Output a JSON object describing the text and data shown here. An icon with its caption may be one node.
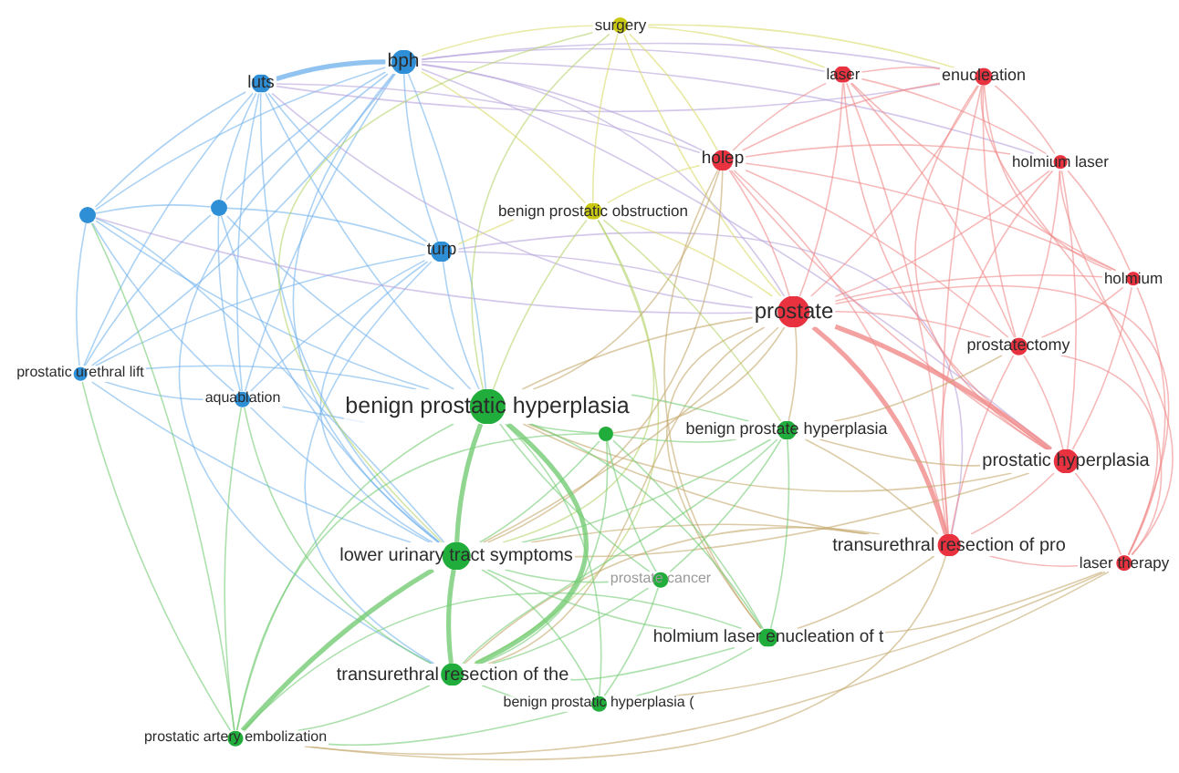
{
  "diagram": {
    "nodes": [
      {
        "text": [
          "surgery"
        ]
      },
      {
        "text": [
          "bph"
        ]
      },
      {
        "text": [
          "laser"
        ]
      },
      {
        "text": [
          "enucleation"
        ]
      },
      {
        "text": [
          "luts"
        ]
      },
      {
        "text": [
          "holep"
        ]
      },
      {
        "text": [
          "holmium laser"
        ]
      },
      {
        "text": [],
        "shape": "circle"
      },
      {
        "text": [
          "benign prostatic obstruction"
        ]
      },
      {
        "text": [],
        "shape": "circle"
      },
      {
        "text": [
          "turp"
        ]
      },
      {
        "text": [
          "holmium"
        ]
      },
      {
        "text": [
          "prostate"
        ]
      },
      {
        "text": [
          "prostatectomy"
        ]
      },
      {
        "text": [
          "prostatic urethral lift"
        ]
      },
      {
        "text": [
          "aquablation"
        ]
      },
      {
        "text": [
          "benign prostatic hyperplasia"
        ]
      },
      {
        "text": [],
        "shape": "circle"
      },
      {
        "text": [
          "benign prostate hyperplasia"
        ]
      },
      {
        "text": [
          "prostatic hyperplasia"
        ]
      },
      {
        "text": [
          "transurethral resection of pro"
        ]
      },
      {
        "text": [
          "lower urinary tract symptoms"
        ]
      },
      {
        "text": [
          "laser therapy"
        ]
      },
      {
        "text": [
          "prostate cancer"
        ]
      },
      {
        "text": [
          "holmium laser enucleation of t"
        ]
      },
      {
        "text": [
          "transurethral resection of the"
        ]
      },
      {
        "text": [
          "benign prostatic hyperplasia ("
        ]
      },
      {
        "text": [
          "prostatic artery embolization"
        ]
      }
    ],
    "edges": [
      {
        "from": 1,
        "to": 4,
        "arrow": "none",
        "style": "thick",
        "color": "#74b4ec"
      },
      {
        "from": 1,
        "to": 10,
        "arrow": "none",
        "color": "#74b4ec"
      },
      {
        "from": 1,
        "to": 7,
        "arrow": "none",
        "color": "#74b4ec"
      },
      {
        "from": 1,
        "to": 9,
        "arrow": "none",
        "color": "#74b4ec"
      },
      {
        "from": 1,
        "to": 14,
        "arrow": "none",
        "color": "#74b4ec"
      },
      {
        "from": 1,
        "to": 15,
        "arrow": "none",
        "color": "#74b4ec"
      },
      {
        "from": 4,
        "to": 7,
        "arrow": "none",
        "color": "#74b4ec"
      },
      {
        "from": 4,
        "to": 9,
        "arrow": "none",
        "color": "#74b4ec"
      },
      {
        "from": 4,
        "to": 10,
        "arrow": "none",
        "color": "#74b4ec"
      },
      {
        "from": 4,
        "to": 14,
        "arrow": "none",
        "color": "#74b4ec"
      },
      {
        "from": 4,
        "to": 15,
        "arrow": "none",
        "color": "#74b4ec"
      },
      {
        "from": 7,
        "to": 9,
        "arrow": "none",
        "color": "#74b4ec"
      },
      {
        "from": 7,
        "to": 10,
        "arrow": "none",
        "color": "#74b4ec"
      },
      {
        "from": 7,
        "to": 14,
        "arrow": "none",
        "color": "#74b4ec"
      },
      {
        "from": 7,
        "to": 15,
        "arrow": "none",
        "color": "#74b4ec"
      },
      {
        "from": 9,
        "to": 14,
        "arrow": "none",
        "color": "#74b4ec"
      },
      {
        "from": 9,
        "to": 15,
        "arrow": "none",
        "color": "#74b4ec"
      },
      {
        "from": 10,
        "to": 15,
        "arrow": "none",
        "color": "#74b4ec"
      },
      {
        "from": 14,
        "to": 15,
        "arrow": "none",
        "color": "#74b4ec"
      },
      {
        "from": 10,
        "to": 14,
        "arrow": "none",
        "color": "#74b4ec"
      },
      {
        "from": 1,
        "to": 16,
        "arrow": "none",
        "color": "#74b4ec"
      },
      {
        "from": 4,
        "to": 16,
        "arrow": "none",
        "color": "#74b4ec"
      },
      {
        "from": 10,
        "to": 16,
        "arrow": "none",
        "color": "#74b4ec"
      },
      {
        "from": 7,
        "to": 16,
        "arrow": "none",
        "color": "#74b4ec"
      },
      {
        "from": 9,
        "to": 16,
        "arrow": "none",
        "color": "#74b4ec"
      },
      {
        "from": 14,
        "to": 16,
        "arrow": "none",
        "color": "#74b4ec"
      },
      {
        "from": 15,
        "to": 16,
        "arrow": "none",
        "color": "#74b4ec"
      },
      {
        "from": 10,
        "to": 21,
        "arrow": "none",
        "color": "#74b4ec"
      },
      {
        "from": 4,
        "to": 21,
        "arrow": "none",
        "color": "#74b4ec"
      },
      {
        "from": 1,
        "to": 21,
        "arrow": "none",
        "color": "#74b4ec"
      },
      {
        "from": 15,
        "to": 21,
        "arrow": "none",
        "color": "#74b4ec"
      },
      {
        "from": 7,
        "to": 21,
        "arrow": "none",
        "color": "#74b4ec"
      },
      {
        "from": 9,
        "to": 21,
        "arrow": "none",
        "color": "#74b4ec"
      },
      {
        "from": 14,
        "to": 21,
        "arrow": "none",
        "color": "#74b4ec"
      },
      {
        "from": 10,
        "to": 25,
        "arrow": "none",
        "color": "#74b4ec"
      },
      {
        "from": 1,
        "to": 25,
        "arrow": "none",
        "color": "#74b4ec"
      },
      {
        "from": 15,
        "to": 27,
        "arrow": "none",
        "color": "#74cc74"
      },
      {
        "from": 14,
        "to": 27,
        "arrow": "none",
        "color": "#74cc74"
      },
      {
        "from": 9,
        "to": 27,
        "arrow": "none",
        "color": "#74cc74"
      },
      {
        "from": 15,
        "to": 25,
        "arrow": "none",
        "color": "#74cc74"
      },
      {
        "from": 1,
        "to": 12,
        "arrow": "none",
        "color": "#b8a4dc"
      },
      {
        "from": 1,
        "to": 5,
        "arrow": "none",
        "color": "#b8a4dc"
      },
      {
        "from": 1,
        "to": 2,
        "arrow": "none",
        "color": "#b8a4dc"
      },
      {
        "from": 4,
        "to": 12,
        "arrow": "none",
        "color": "#b8a4dc"
      },
      {
        "from": 10,
        "to": 12,
        "arrow": "none",
        "color": "#b8a4dc"
      },
      {
        "from": 1,
        "to": 3,
        "arrow": "none",
        "color": "#b8a4dc"
      },
      {
        "from": 10,
        "to": 20,
        "arrow": "none",
        "color": "#b8a4dc"
      },
      {
        "from": 4,
        "to": 5,
        "arrow": "none",
        "color": "#b8a4dc"
      },
      {
        "from": 1,
        "to": 19,
        "arrow": "none",
        "color": "#b8a4dc"
      },
      {
        "from": 9,
        "to": 12,
        "arrow": "none",
        "color": "#b8a4dc"
      },
      {
        "from": 4,
        "to": 3,
        "arrow": "none",
        "color": "#b8a4dc"
      },
      {
        "from": 1,
        "to": 6,
        "arrow": "none",
        "color": "#b8a4dc"
      },
      {
        "from": 0,
        "to": 8,
        "arrow": "none",
        "color": "#dada6a"
      },
      {
        "from": 0,
        "to": 5,
        "arrow": "none",
        "color": "#dada6a"
      },
      {
        "from": 0,
        "to": 12,
        "arrow": "none",
        "color": "#dada6a"
      },
      {
        "from": 0,
        "to": 2,
        "arrow": "none",
        "color": "#dada6a"
      },
      {
        "from": 0,
        "to": 3,
        "arrow": "none",
        "color": "#dada6a"
      },
      {
        "from": 8,
        "to": 12,
        "arrow": "none",
        "color": "#dada6a"
      },
      {
        "from": 8,
        "to": 5,
        "arrow": "none",
        "color": "#dada6a"
      },
      {
        "from": 0,
        "to": 1,
        "arrow": "none",
        "color": "#dada6a"
      },
      {
        "from": 8,
        "to": 10,
        "arrow": "none",
        "color": "#dada6a"
      },
      {
        "from": 8,
        "to": 1,
        "arrow": "none",
        "color": "#dada6a"
      },
      {
        "from": 0,
        "to": 16,
        "arrow": "none",
        "color": "#b6d46a"
      },
      {
        "from": 8,
        "to": 16,
        "arrow": "none",
        "color": "#b6d46a"
      },
      {
        "from": 8,
        "to": 21,
        "arrow": "none",
        "color": "#b6d46a"
      },
      {
        "from": 8,
        "to": 18,
        "arrow": "none",
        "color": "#b6d46a"
      },
      {
        "from": 0,
        "to": 21,
        "arrow": "none",
        "color": "#b6d46a"
      },
      {
        "from": 8,
        "to": 25,
        "arrow": "none",
        "color": "#b6d46a"
      },
      {
        "from": 2,
        "to": 3,
        "arrow": "none"
      },
      {
        "from": 2,
        "to": 5,
        "arrow": "none"
      },
      {
        "from": 2,
        "to": 12,
        "arrow": "none"
      },
      {
        "from": 2,
        "to": 6,
        "arrow": "none"
      },
      {
        "from": 2,
        "to": 11,
        "arrow": "none"
      },
      {
        "from": 2,
        "to": 13,
        "arrow": "none"
      },
      {
        "from": 2,
        "to": 19,
        "arrow": "none"
      },
      {
        "from": 2,
        "to": 20,
        "arrow": "none"
      },
      {
        "from": 3,
        "to": 5,
        "arrow": "none"
      },
      {
        "from": 3,
        "to": 6,
        "arrow": "none"
      },
      {
        "from": 3,
        "to": 11,
        "arrow": "none"
      },
      {
        "from": 3,
        "to": 12,
        "arrow": "none"
      },
      {
        "from": 3,
        "to": 13,
        "arrow": "none"
      },
      {
        "from": 3,
        "to": 19,
        "arrow": "none"
      },
      {
        "from": 3,
        "to": 20,
        "arrow": "none"
      },
      {
        "from": 3,
        "to": 22,
        "arrow": "none"
      },
      {
        "from": 5,
        "to": 12,
        "arrow": "none"
      },
      {
        "from": 5,
        "to": 6,
        "arrow": "none"
      },
      {
        "from": 5,
        "to": 11,
        "arrow": "none"
      },
      {
        "from": 5,
        "to": 13,
        "arrow": "none"
      },
      {
        "from": 5,
        "to": 19,
        "arrow": "none"
      },
      {
        "from": 5,
        "to": 20,
        "arrow": "none"
      },
      {
        "from": 6,
        "to": 11,
        "arrow": "none"
      },
      {
        "from": 6,
        "to": 12,
        "arrow": "none"
      },
      {
        "from": 6,
        "to": 13,
        "arrow": "none"
      },
      {
        "from": 6,
        "to": 19,
        "arrow": "none"
      },
      {
        "from": 6,
        "to": 22,
        "arrow": "none"
      },
      {
        "from": 11,
        "to": 13,
        "arrow": "none"
      },
      {
        "from": 11,
        "to": 19,
        "arrow": "none"
      },
      {
        "from": 11,
        "to": 22,
        "arrow": "none"
      },
      {
        "from": 11,
        "to": 12,
        "arrow": "none"
      },
      {
        "from": 12,
        "to": 13,
        "arrow": "none"
      },
      {
        "from": 12,
        "to": 19,
        "arrow": "none",
        "style": "thick"
      },
      {
        "from": 12,
        "to": 20,
        "arrow": "none",
        "style": "thick"
      },
      {
        "from": 12,
        "to": 22,
        "arrow": "none"
      },
      {
        "from": 13,
        "to": 19,
        "arrow": "none"
      },
      {
        "from": 13,
        "to": 20,
        "arrow": "none"
      },
      {
        "from": 13,
        "to": 22,
        "arrow": "none"
      },
      {
        "from": 19,
        "to": 20,
        "arrow": "none"
      },
      {
        "from": 19,
        "to": 22,
        "arrow": "none"
      },
      {
        "from": 20,
        "to": 22,
        "arrow": "none"
      },
      {
        "from": 6,
        "to": 20,
        "arrow": "none"
      },
      {
        "from": 12,
        "to": 16,
        "arrow": "none",
        "color": "#c4a86c"
      },
      {
        "from": 12,
        "to": 18,
        "arrow": "none",
        "color": "#c4a86c"
      },
      {
        "from": 12,
        "to": 21,
        "arrow": "none",
        "color": "#c4a86c"
      },
      {
        "from": 12,
        "to": 24,
        "arrow": "none",
        "color": "#c4a86c"
      },
      {
        "from": 5,
        "to": 16,
        "arrow": "none",
        "color": "#c4a86c"
      },
      {
        "from": 5,
        "to": 24,
        "arrow": "none",
        "color": "#c4a86c"
      },
      {
        "from": 20,
        "to": 16,
        "arrow": "none",
        "color": "#c4a86c"
      },
      {
        "from": 20,
        "to": 21,
        "arrow": "none",
        "color": "#c4a86c"
      },
      {
        "from": 20,
        "to": 24,
        "arrow": "none",
        "color": "#c4a86c"
      },
      {
        "from": 19,
        "to": 16,
        "arrow": "none",
        "color": "#c4a86c"
      },
      {
        "from": 19,
        "to": 18,
        "arrow": "none",
        "color": "#c4a86c"
      },
      {
        "from": 12,
        "to": 17,
        "arrow": "none",
        "color": "#c4a86c"
      },
      {
        "from": 20,
        "to": 25,
        "arrow": "none",
        "color": "#c4a86c"
      },
      {
        "from": 22,
        "to": 24,
        "arrow": "none",
        "color": "#c4a86c"
      },
      {
        "from": 22,
        "to": 26,
        "arrow": "none",
        "color": "#c4a86c"
      },
      {
        "from": 5,
        "to": 21,
        "arrow": "none",
        "color": "#c4a86c"
      },
      {
        "from": 12,
        "to": 25,
        "arrow": "none",
        "color": "#c4a86c"
      },
      {
        "from": 19,
        "to": 21,
        "arrow": "none",
        "color": "#c4a86c"
      },
      {
        "from": 20,
        "to": 18,
        "arrow": "none",
        "color": "#c4a86c"
      },
      {
        "from": 13,
        "to": 18,
        "arrow": "none",
        "color": "#c4a86c"
      },
      {
        "from": 27,
        "to": 22,
        "arrow": "none",
        "color": "#c4a86c"
      },
      {
        "from": 27,
        "to": 20,
        "arrow": "none",
        "color": "#c4a86c"
      },
      {
        "from": 16,
        "to": 21,
        "arrow": "none",
        "style": "thick",
        "color": "#74cc74"
      },
      {
        "from": 16,
        "to": 25,
        "arrow": "none",
        "style": "thick",
        "color": "#74cc74"
      },
      {
        "from": 16,
        "to": 27,
        "arrow": "none",
        "color": "#74cc74"
      },
      {
        "from": 16,
        "to": 17,
        "arrow": "none",
        "color": "#74cc74"
      },
      {
        "from": 16,
        "to": 18,
        "arrow": "none",
        "color": "#74cc74"
      },
      {
        "from": 16,
        "to": 23,
        "arrow": "none",
        "color": "#74cc74"
      },
      {
        "from": 16,
        "to": 24,
        "arrow": "none",
        "color": "#74cc74"
      },
      {
        "from": 16,
        "to": 26,
        "arrow": "none",
        "color": "#74cc74"
      },
      {
        "from": 21,
        "to": 25,
        "arrow": "none",
        "style": "thick",
        "color": "#74cc74"
      },
      {
        "from": 21,
        "to": 27,
        "arrow": "none",
        "style": "thick",
        "color": "#74cc74"
      },
      {
        "from": 21,
        "to": 17,
        "arrow": "none",
        "color": "#74cc74"
      },
      {
        "from": 21,
        "to": 18,
        "arrow": "none",
        "color": "#74cc74"
      },
      {
        "from": 21,
        "to": 23,
        "arrow": "none",
        "color": "#74cc74"
      },
      {
        "from": 21,
        "to": 24,
        "arrow": "none",
        "color": "#74cc74"
      },
      {
        "from": 21,
        "to": 26,
        "arrow": "none",
        "color": "#74cc74"
      },
      {
        "from": 25,
        "to": 27,
        "arrow": "none",
        "color": "#74cc74"
      },
      {
        "from": 25,
        "to": 26,
        "arrow": "none",
        "color": "#74cc74"
      },
      {
        "from": 25,
        "to": 24,
        "arrow": "none",
        "color": "#74cc74"
      },
      {
        "from": 25,
        "to": 17,
        "arrow": "none",
        "color": "#74cc74"
      },
      {
        "from": 25,
        "to": 18,
        "arrow": "none",
        "color": "#74cc74"
      },
      {
        "from": 25,
        "to": 23,
        "arrow": "none",
        "color": "#74cc74"
      },
      {
        "from": 27,
        "to": 24,
        "arrow": "none",
        "color": "#74cc74"
      },
      {
        "from": 27,
        "to": 26,
        "arrow": "none",
        "color": "#74cc74"
      },
      {
        "from": 27,
        "to": 17,
        "arrow": "none",
        "color": "#74cc74"
      },
      {
        "from": 24,
        "to": 18,
        "arrow": "none",
        "color": "#74cc74"
      },
      {
        "from": 24,
        "to": 17,
        "arrow": "none",
        "color": "#74cc74"
      },
      {
        "from": 24,
        "to": 26,
        "arrow": "none",
        "color": "#74cc74"
      },
      {
        "from": 18,
        "to": 17,
        "arrow": "none",
        "color": "#74cc74"
      },
      {
        "from": 18,
        "to": 23,
        "arrow": "none",
        "color": "#74cc74"
      },
      {
        "from": 23,
        "to": 26,
        "arrow": "none",
        "color": "#74cc74"
      },
      {
        "from": 17,
        "to": 23,
        "arrow": "none",
        "color": "#74cc74"
      }
    ]
  }
}
